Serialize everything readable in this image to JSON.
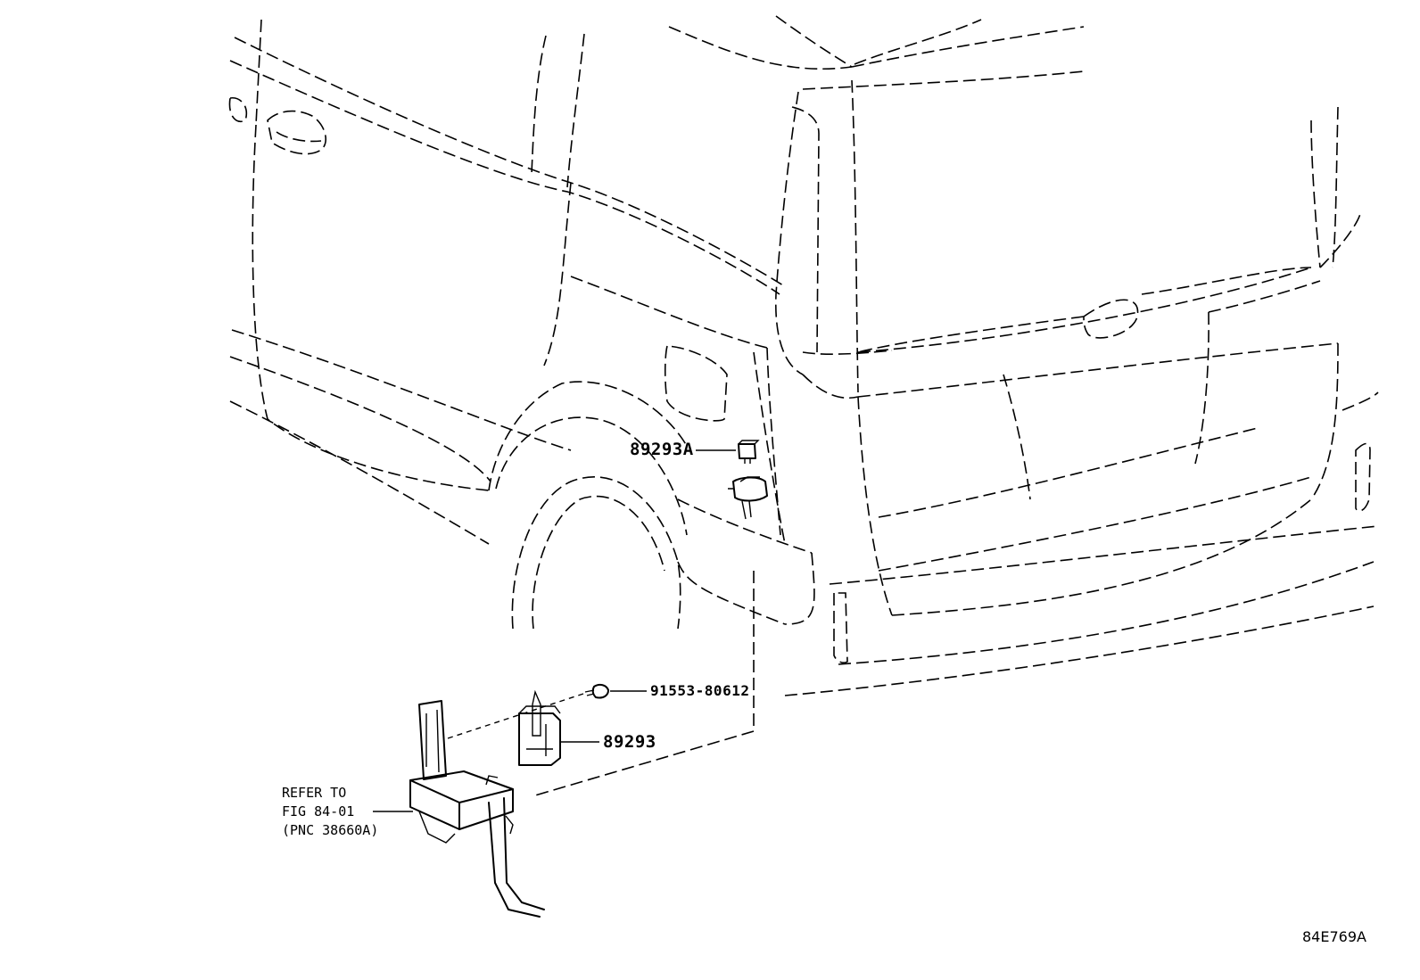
{
  "diagram": {
    "illustration_id": "84E769A",
    "callouts": {
      "relay_89293A": "89293A",
      "screw_91553": "91553-80612",
      "relay_89293": "89293",
      "refer_line1": "REFER TO",
      "refer_line2": "FIG 84-01",
      "refer_line3": "(PNC 38660A)"
    }
  }
}
